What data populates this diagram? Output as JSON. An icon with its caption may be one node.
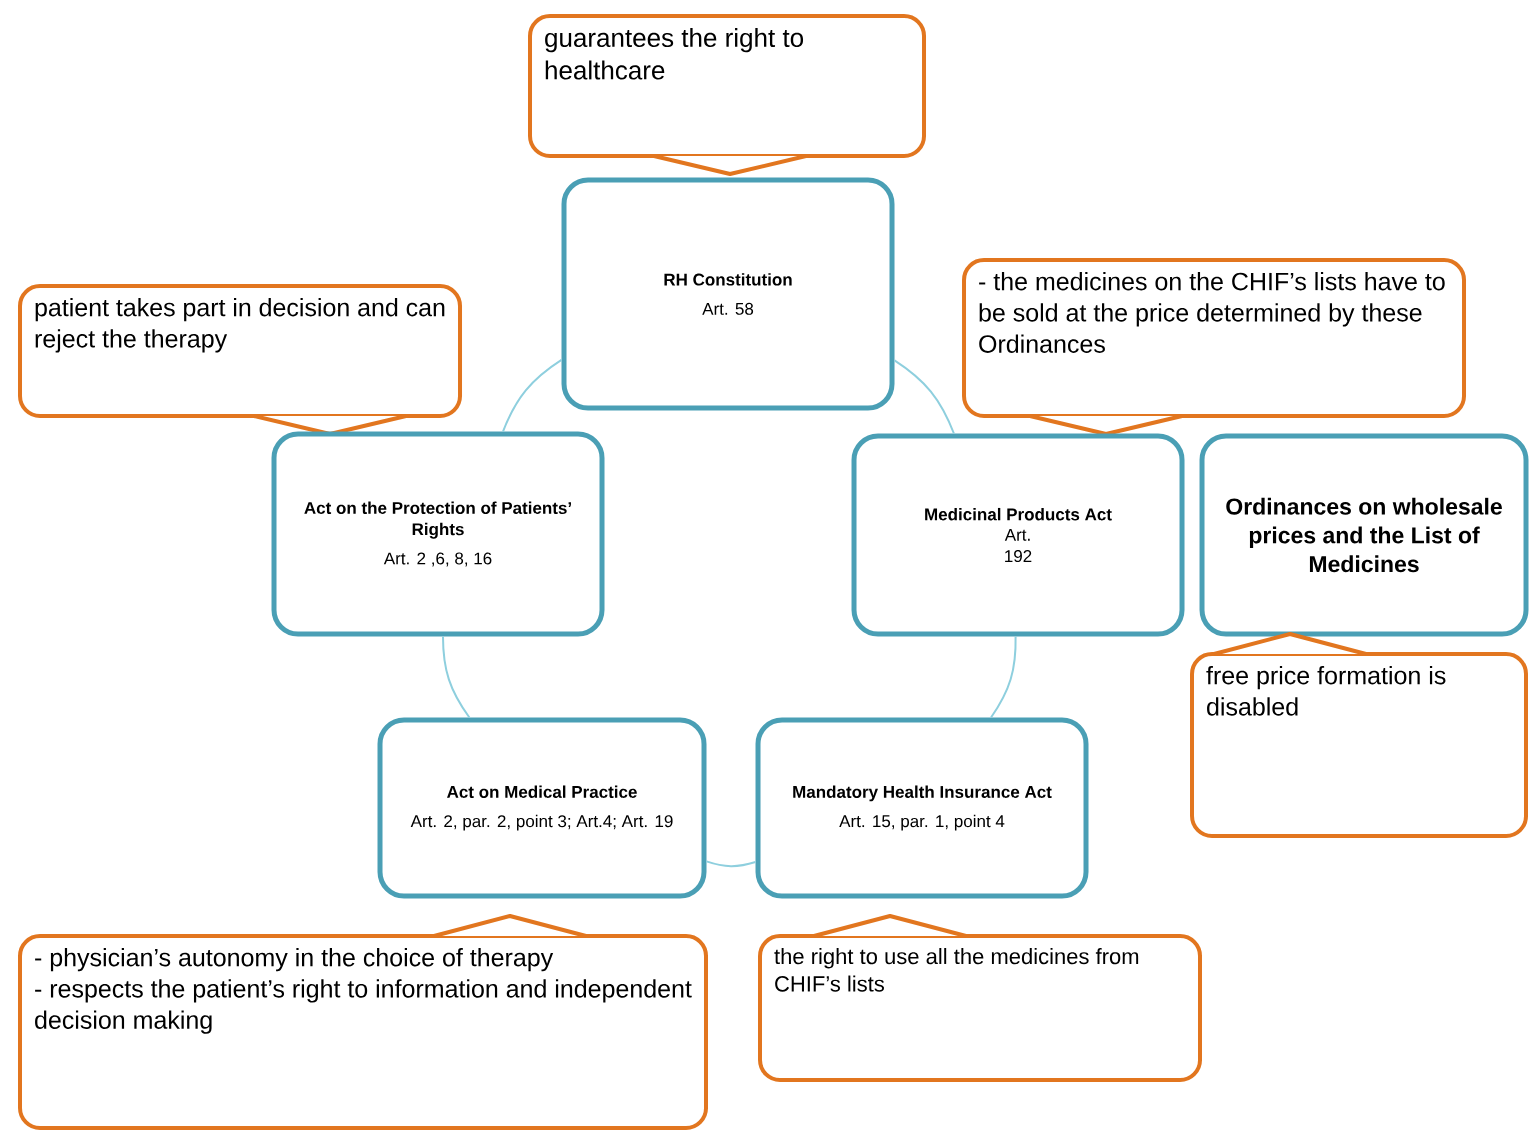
{
  "diagram": {
    "nodes": [
      {
        "text": [
          "guarantees the right to healthcare"
        ]
      },
      {
        "text": [
          "RH Constitution",
          "Art. 58"
        ]
      },
      {
        "text": [
          "patient takes part in decision and can reject the therapy"
        ]
      },
      {
        "text": [
          "- the medicines on the CHIF’s lists have to be sold at the price determined by these Ordinances"
        ]
      },
      {
        "text": [
          "Act on the Protection of Patients’ Rights",
          "Art. 2 ,6, 8, 16"
        ]
      },
      {
        "text": [
          "Medicinal Products Act",
          "Art. 192"
        ]
      },
      {
        "text": [
          "Ordinances on wholesale prices and the List of Medicines"
        ]
      },
      {
        "text": [
          "free price formation is disabled"
        ]
      },
      {
        "text": [
          "Act on Medical Practice",
          "Art. 2, par. 2, point 3; Art.4; Art. 19"
        ]
      },
      {
        "text": [
          "Mandatory Health Insurance Act",
          "Art. 15,  par. 1, point 4"
        ]
      },
      {
        "text": [
          "- physician’s autonomy in the choice of therapy",
          "- respects the patient’s right to information and independent  decision making"
        ]
      },
      {
        "text": [
          "the right to use all the medicines from CHIF’s lists"
        ]
      }
    ],
    "edges": [
      {
        "from": 1,
        "to": 5,
        "arrow": "none"
      },
      {
        "from": 5,
        "to": 9,
        "arrow": "none"
      },
      {
        "from": 9,
        "to": 8,
        "arrow": "none"
      },
      {
        "from": 8,
        "to": 4,
        "arrow": "none"
      },
      {
        "from": 4,
        "to": 1,
        "arrow": "none"
      }
    ]
  }
}
